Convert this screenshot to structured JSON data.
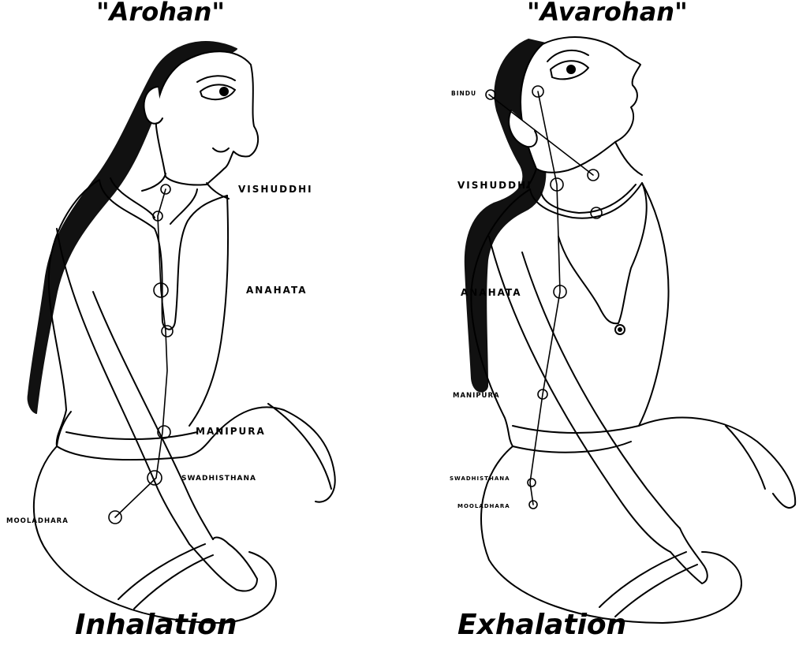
{
  "left": {
    "top_title": "\"Arohan\"",
    "bottom_title": "Inhalation",
    "chakras": {
      "vishuddhi": "VISHUDDHI",
      "anahata": "ANAHATA",
      "manipura": "MANIPURA",
      "swadhisthana": "SWADHISTHANA",
      "mooladhara": "MOOLADHARA"
    }
  },
  "right": {
    "top_title": "\"Avarohan\"",
    "bottom_title": "Exhalation",
    "chakras": {
      "bindu": "BINDU",
      "vishuddhi": "VISHUDDHI",
      "anahata": "ANAHATA",
      "manipura": "MANIPURA",
      "swadhisthana": "SWADHISTHANA",
      "mooladhara": "MOOLADHARA"
    }
  }
}
